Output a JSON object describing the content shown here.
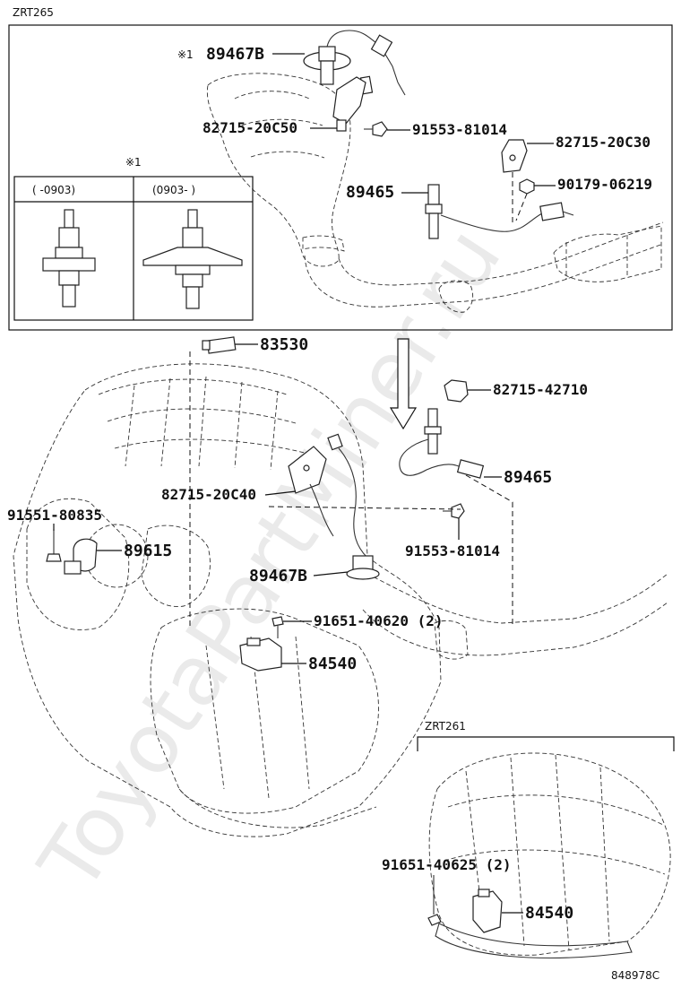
{
  "sections": {
    "top_model": "ZRT265",
    "bottom_model": "ZRT261"
  },
  "inset": {
    "mark": "※1",
    "col1": "(      -0903)",
    "col2": "(0903-      )"
  },
  "labels": {
    "p89467B_top": "89467B",
    "p89467B_top_mark": "※1",
    "p82715_20C50": "82715-20C50",
    "p91553_top": "91553-81014",
    "p82715_20C30": "82715-20C30",
    "p90179": "90179-06219",
    "p89465_top": "89465",
    "p83530": "83530",
    "p82715_42710": "82715-42710",
    "p89465_mid": "89465",
    "p82715_20C40": "82715-20C40",
    "p91551": "91551-80835",
    "p89615": "89615",
    "p91553_mid": "91553-81014",
    "p89467B_mid": "89467B",
    "p91651_40620": "91651-40620 (2)",
    "p84540_mid": "84540",
    "p91651_40625": "91651-40625 (2)",
    "p84540_bot": "84540"
  },
  "watermark": "ToyotaPartMiner.ru",
  "figure_code": "848978C"
}
